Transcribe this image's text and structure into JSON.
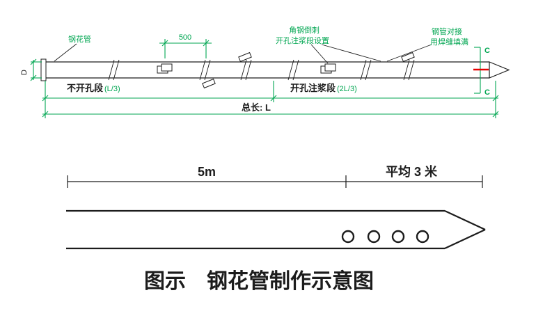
{
  "colors": {
    "green": "#00a651",
    "red": "#e60000",
    "ink": "#1c1c1c"
  },
  "top": {
    "pipe_label": "钢花管",
    "dim_500": "500",
    "barb_label": "角钢倒刺",
    "grout_setting_label": "开孔注浆段设置",
    "joint_label_1": "钢管对接",
    "joint_label_2": "用焊缝填满",
    "section_c": "C",
    "diameter_label": "D",
    "solid_label": "不开孔段",
    "solid_value": "(L/3)",
    "perf_label": "开孔注浆段",
    "perf_value": "(2L/3)",
    "total_label": "总长: L"
  },
  "bottom": {
    "dim_left": "5m",
    "dim_right": "平均 3 米"
  },
  "caption": "图示　钢花管制作示意图"
}
